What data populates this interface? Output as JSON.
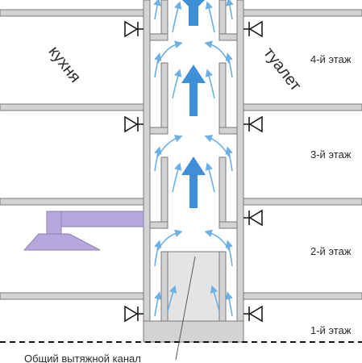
{
  "labels": {
    "kitchen": "кухня",
    "toilet": "туалет",
    "floor4": "4-й этаж",
    "floor3": "3-й этаж",
    "floor2": "2-й этаж",
    "floor1": "1-й этаж",
    "caption": "Общий вытяжной канал"
  },
  "colors": {
    "wall": "#d3d3d3",
    "wall_stroke": "#7a7a7a",
    "duct_fill": "#e4e4e4",
    "hood": "#b6a8dc",
    "hood_stroke": "#8e80b6",
    "arrow": "#3f8fd8",
    "stream": "#6cb0e6",
    "text": "#2b2b2b"
  },
  "icons": {
    "valve": "check-valve-icon",
    "hood": "kitchen-hood-icon",
    "arrow": "airflow-arrow-icon"
  }
}
